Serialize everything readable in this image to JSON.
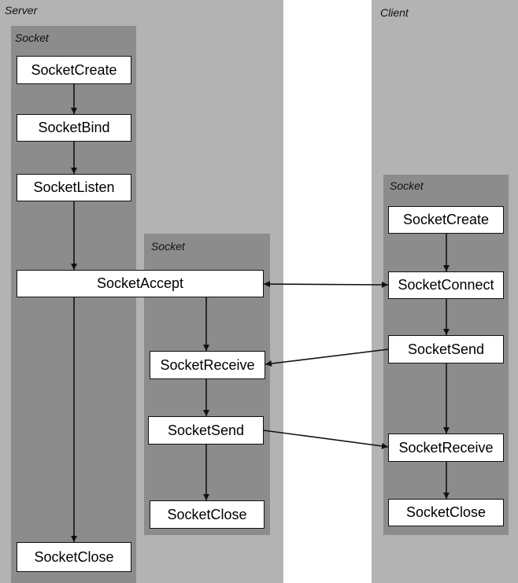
{
  "lanes": {
    "server": {
      "label": "Server"
    },
    "client": {
      "label": "Client"
    }
  },
  "groups": {
    "server_socket": {
      "label": "Socket"
    },
    "worker_socket": {
      "label": "Socket"
    },
    "client_socket": {
      "label": "Socket"
    }
  },
  "nodes": {
    "server_create": "SocketCreate",
    "server_bind": "SocketBind",
    "server_listen": "SocketListen",
    "server_accept": "SocketAccept",
    "server_close": "SocketClose",
    "worker_receive": "SocketReceive",
    "worker_send": "SocketSend",
    "worker_close": "SocketClose",
    "client_create": "SocketCreate",
    "client_connect": "SocketConnect",
    "client_send": "SocketSend",
    "client_receive": "SocketReceive",
    "client_close": "SocketClose"
  },
  "colors": {
    "lane": "#b3b3b3",
    "group": "#8c8c8c",
    "box": "#ffffff",
    "line": "#111111"
  }
}
